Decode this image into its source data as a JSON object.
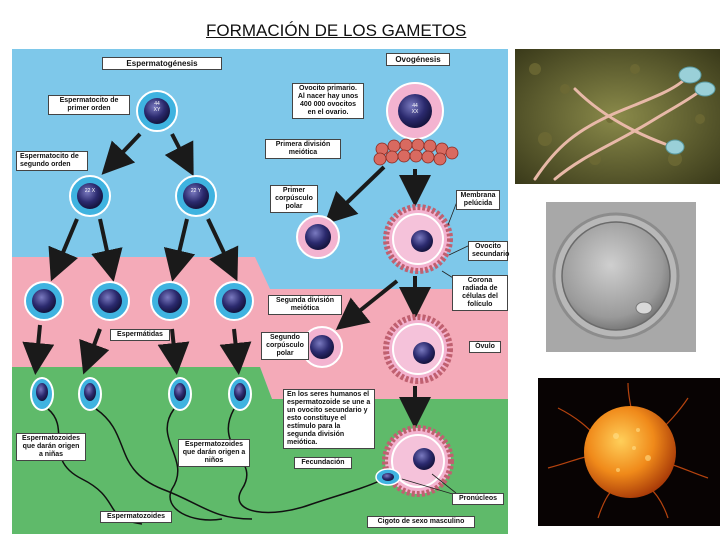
{
  "slide": {
    "title": "FORMACIÓN DE LOS GAMETOS"
  },
  "diagram": {
    "chromosomes": {
      "diploid": "44 XY",
      "haploid_x": "22 X",
      "haploid_y": "22 Y",
      "ovum_diploid": "44 XX"
    },
    "labels": {
      "espermatogenesis": "Espermatogénesis",
      "ovogenesis": "Ovogénesis",
      "espermatocito_primer_orden": "Espermatocito de primer orden",
      "espermatocito_segundo_orden": "Espermatocito de segundo orden",
      "ovocito_primario": "Ovocito primario. Al nacer hay unos 400 000 ovocitos en el ovario.",
      "primera_division": "Primera división meiótica",
      "primer_corpusculo": "Primer corpúsculo polar",
      "membrana_pelucida": "Membrana pelúcida",
      "ovocito_secundario": "Ovocito secundario",
      "corona_radiada": "Corona radiada de células del folículo",
      "segunda_division": "Segunda división meiótica",
      "espermatidas": "Espermátidas",
      "segundo_corpusculo": "Segundo corpúsculo polar",
      "ovulo": "Óvulo",
      "nota": "En los seres humanos el espermatozoide se une a un ovocito secundario y esto constituye el estímulo para la segunda división meiótica.",
      "fecundacion": "Fecundación",
      "espermatozoides_ninas": "Espermatozoides que darán origen a niñas",
      "espermatozoides_ninos": "Espermatozoides que darán origen a niños",
      "espermatozoides": "Espermatozoides",
      "pronucleos": "Pronúcleos",
      "cigoto": "Cigoto de sexo masculino"
    }
  },
  "photos": [
    {
      "name": "sperm-micrograph"
    },
    {
      "name": "oocyte-micrograph"
    },
    {
      "name": "fertilization-micrograph"
    }
  ]
}
